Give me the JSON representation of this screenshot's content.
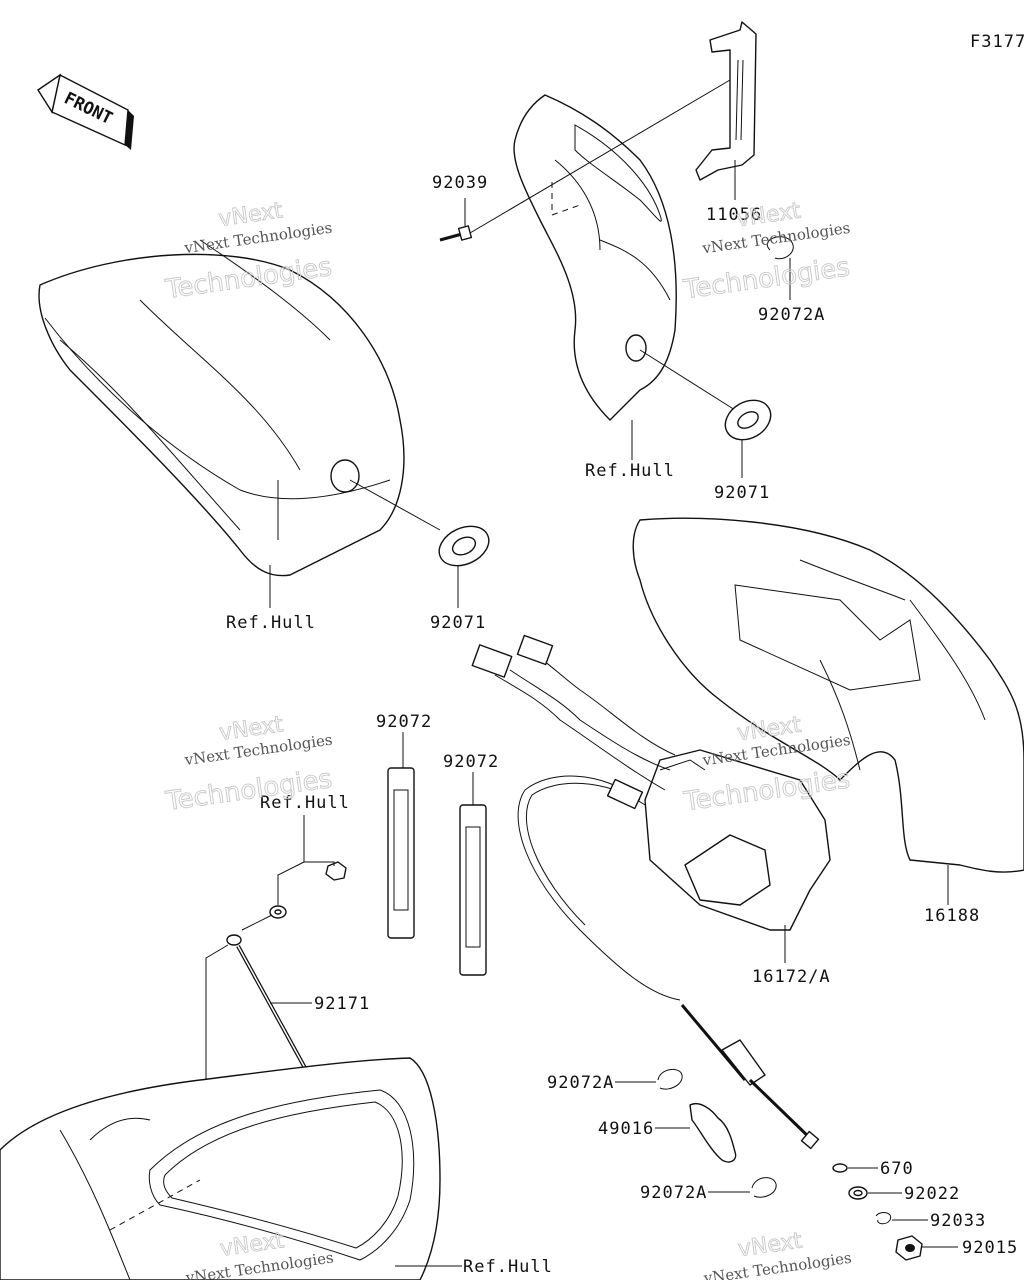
{
  "figure_code": "F3177",
  "front_arrow_label": "FRONT",
  "labels": {
    "p92039": "92039",
    "p11056": "11056",
    "p92072A_top": "92072A",
    "ref_hull_top": "Ref.Hull",
    "p92071_right": "92071",
    "ref_hull_left": "Ref.Hull",
    "p92071_left": "92071",
    "p92072_a": "92072",
    "p92072_b": "92072",
    "ref_hull_mid": "Ref.Hull",
    "p92171": "92171",
    "p16188": "16188",
    "p16172A": "16172/A",
    "p92072A_mid": "92072A",
    "p49016": "49016",
    "p92072A_low": "92072A",
    "p670": "670",
    "p92022": "92022",
    "p92033": "92033",
    "p92015": "92015",
    "ref_hull_bottom": "Ref.Hull"
  },
  "watermark": {
    "line1": "vNext",
    "line2": "vNext Technologies",
    "line3": "Technologies"
  }
}
